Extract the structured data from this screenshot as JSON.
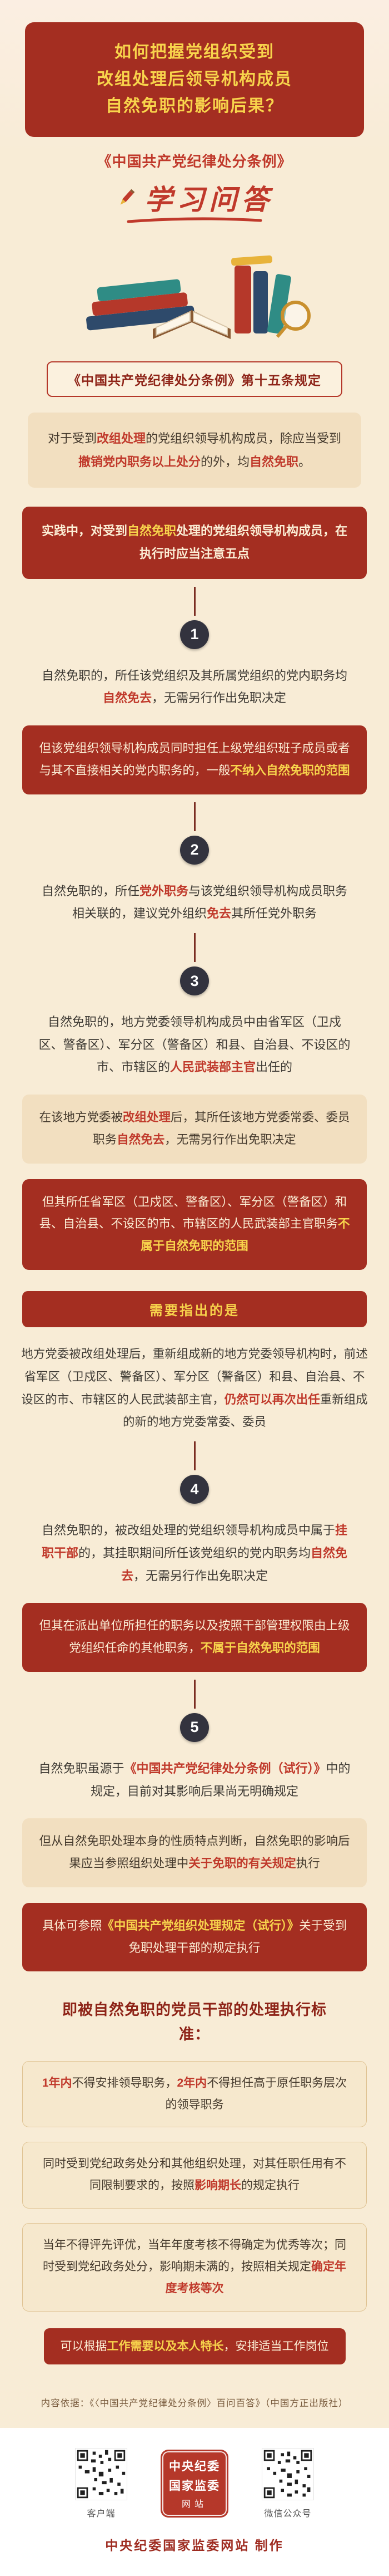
{
  "palette": {
    "maroon": "#a42e21",
    "yellow": "#f8d44c",
    "red_text": "#c0392b",
    "cream": "#f8ecd6",
    "tan": "#f2dfc0"
  },
  "header": {
    "question_lines": [
      "如何把握党组织受到",
      "改组处理后领导机构成员",
      "自然免职的影响后果？"
    ],
    "regulation_title": "《中国共产党纪律处分条例》",
    "qa_label": "学习问答"
  },
  "intro": {
    "article_heading": "《中国共产党纪律处分条例》第十五条规定",
    "quote_segments": [
      {
        "t": "对于受到"
      },
      {
        "t": "改组处理",
        "c": "r"
      },
      {
        "t": "的党组织领导机构成员，除应当受到"
      },
      {
        "t": "撤销党内职务以上处分",
        "c": "r"
      },
      {
        "t": "的外，均"
      },
      {
        "t": "自然免职",
        "c": "r"
      },
      {
        "t": "。"
      }
    ],
    "practice_segments": [
      {
        "t": "实践中，对受到"
      },
      {
        "t": "自然免职",
        "c": "y"
      },
      {
        "t": "处理的党组织领导机构成员，在执行时应当注意五点"
      }
    ]
  },
  "steps": [
    {
      "num": "1",
      "main": [
        {
          "t": "自然免职的，所任该党组织及其所属党组织的党内职务均"
        },
        {
          "t": "自然免去",
          "c": "r"
        },
        {
          "t": "，无需另行作出免职决定"
        }
      ],
      "caveat": [
        {
          "t": "但该党组织领导机构成员同时担任上级党组织班子成员或者与其不直接相关的党内职务的，一般"
        },
        {
          "t": "不纳入自然免职的范围",
          "c": "y"
        }
      ]
    },
    {
      "num": "2",
      "main": [
        {
          "t": "自然免职的，所任"
        },
        {
          "t": "党外职务",
          "c": "r"
        },
        {
          "t": "与该党组织领导机构成员职务相关联的，建议党外组织"
        },
        {
          "t": "免去",
          "c": "r"
        },
        {
          "t": "其所任党外职务"
        }
      ]
    },
    {
      "num": "3",
      "main": [
        {
          "t": "自然免职的，地方党委领导机构成员中由省军区（卫戍区、警备区）、军分区（警备区）和县、自治县、不设区的市、市辖区的"
        },
        {
          "t": "人民武装部主官",
          "c": "r"
        },
        {
          "t": "出任的"
        }
      ],
      "tan": [
        {
          "t": "在该地方党委被"
        },
        {
          "t": "改组处理",
          "c": "r"
        },
        {
          "t": "后，其所任该地方党委常委、委员职务"
        },
        {
          "t": "自然免去",
          "c": "r"
        },
        {
          "t": "，无需另行作出免职决定"
        }
      ],
      "caveat": [
        {
          "t": "但其所任省军区（卫戍区、警备区）、军分区（警备区）和县、自治县、不设区的市、市辖区的人民武装部主官职务"
        },
        {
          "t": "不属于自然免职的范围",
          "c": "y"
        }
      ],
      "banner": "需要指出的是",
      "note": [
        {
          "t": "地方党委被改组处理后，重新组成新的地方党委领导机构时，前述省军区（卫戍区、警备区）、军分区（警备区）和县、自治县、不设区的市、市辖区的人民武装部主官，"
        },
        {
          "t": "仍然可以再次出任",
          "c": "r"
        },
        {
          "t": "重新组成的新的地方党委常委、委员"
        }
      ]
    },
    {
      "num": "4",
      "main": [
        {
          "t": "自然免职的，被改组处理的党组织领导机构成员中属于"
        },
        {
          "t": "挂职干部",
          "c": "r"
        },
        {
          "t": "的，其挂职期间所任该党组织的党内职务均"
        },
        {
          "t": "自然免去",
          "c": "r"
        },
        {
          "t": "，无需另行作出免职决定"
        }
      ],
      "caveat": [
        {
          "t": "但其在派出单位所担任的职务以及按照干部管理权限由上级党组织任命的其他职务，"
        },
        {
          "t": "不属于自然免职的范围",
          "c": "y"
        }
      ]
    },
    {
      "num": "5",
      "main": [
        {
          "t": "自然免职虽源于"
        },
        {
          "t": "《中国共产党纪律处分条例（试行）》",
          "c": "r"
        },
        {
          "t": "中的规定，目前对其影响后果尚无明确规定"
        }
      ],
      "tan": [
        {
          "t": "但从自然免职处理本身的性质特点判断，自然免职的影响后果应当参照组织处理中"
        },
        {
          "t": "关于免职的有关规定",
          "c": "r"
        },
        {
          "t": "执行"
        }
      ],
      "caveat": [
        {
          "t": "具体可参照"
        },
        {
          "t": "《中国共产党组织处理规定（试行）》",
          "c": "y"
        },
        {
          "t": "关于受到免职处理干部的规定执行"
        }
      ]
    }
  ],
  "standards": {
    "title": "即被自然免职的党员干部的处理执行标准：",
    "items": [
      [
        {
          "t": "1年内",
          "c": "r"
        },
        {
          "t": "不得安排领导职务，"
        },
        {
          "t": "2年内",
          "c": "r"
        },
        {
          "t": "不得担任高于原任职务层次的领导职务"
        }
      ],
      [
        {
          "t": "同时受到党纪政务处分和其他组织处理，对其任职任用有不同限制要求的，按照"
        },
        {
          "t": "影响期长",
          "c": "r"
        },
        {
          "t": "的规定执行"
        }
      ],
      [
        {
          "t": "当年不得评先评优，当年年度考核不得确定为优秀等次；同时受到党纪政务处分，影响期未满的，按照相关规定"
        },
        {
          "t": "确定年度考核等次",
          "c": "r"
        }
      ]
    ],
    "chip": [
      {
        "t": "可以根据"
      },
      {
        "t": "工作需要以及本人特长",
        "c": "y"
      },
      {
        "t": "，安排适当工作岗位"
      }
    ]
  },
  "footer": {
    "citation": "内容依据：《〈中国共产党纪律处分条例〉百问百答》（中国方正出版社）",
    "qr_left_label": "客户端",
    "qr_right_label": "微信公众号",
    "seal_lines": [
      "中央纪委",
      "国家监委",
      "网站"
    ],
    "credit": "中央纪委国家监委网站 制作"
  }
}
